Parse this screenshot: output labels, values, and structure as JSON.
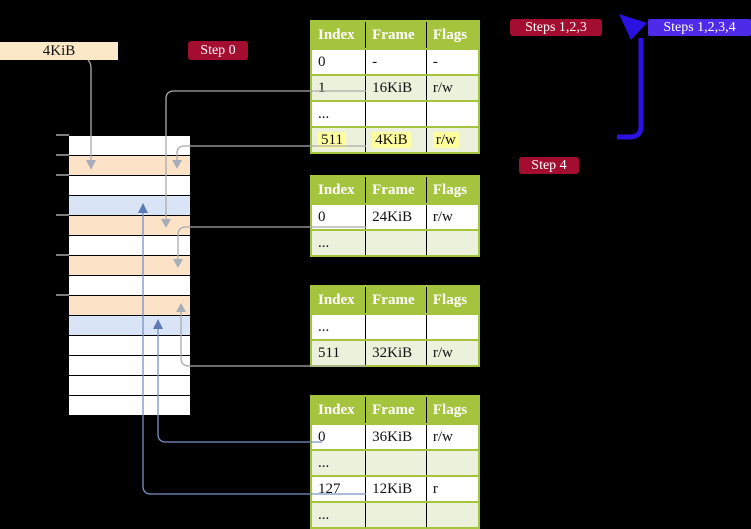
{
  "labels": {
    "frame_pointer": "4KiB",
    "step0": "Step 0",
    "steps123": "Steps 1,2,3",
    "steps1234": "Steps 1,2,3,4",
    "step4": "Step 4"
  },
  "tables": [
    {
      "id": "page-table-1",
      "headers": [
        "Index",
        "Frame",
        "Flags"
      ],
      "rows": [
        {
          "cells": [
            "0",
            "-",
            "-"
          ],
          "shade": false,
          "highlight": false
        },
        {
          "cells": [
            "1",
            "16KiB",
            "r/w"
          ],
          "shade": true,
          "highlight": false
        },
        {
          "cells": [
            "...",
            "",
            ""
          ],
          "shade": false,
          "highlight": false
        },
        {
          "cells": [
            "511",
            "4KiB",
            "r/w"
          ],
          "shade": true,
          "highlight": true
        }
      ]
    },
    {
      "id": "page-table-2",
      "headers": [
        "Index",
        "Frame",
        "Flags"
      ],
      "rows": [
        {
          "cells": [
            "0",
            "24KiB",
            "r/w"
          ],
          "shade": false,
          "highlight": false
        },
        {
          "cells": [
            "...",
            "",
            ""
          ],
          "shade": true,
          "highlight": false
        }
      ]
    },
    {
      "id": "page-table-3",
      "headers": [
        "Index",
        "Frame",
        "Flags"
      ],
      "rows": [
        {
          "cells": [
            "...",
            "",
            ""
          ],
          "shade": false,
          "highlight": false
        },
        {
          "cells": [
            "511",
            "32KiB",
            "r/w"
          ],
          "shade": true,
          "highlight": false
        }
      ]
    },
    {
      "id": "page-table-4",
      "headers": [
        "Index",
        "Frame",
        "Flags"
      ],
      "rows": [
        {
          "cells": [
            "0",
            "36KiB",
            "r/w"
          ],
          "shade": false,
          "highlight": false
        },
        {
          "cells": [
            "...",
            "",
            ""
          ],
          "shade": true,
          "highlight": false
        },
        {
          "cells": [
            "127",
            "12KiB",
            "r"
          ],
          "shade": false,
          "highlight": false
        },
        {
          "cells": [
            "...",
            "",
            ""
          ],
          "shade": true,
          "highlight": false
        }
      ]
    }
  ],
  "memory_strip": {
    "rows": [
      "free",
      "table",
      "free",
      "data",
      "table",
      "free",
      "table",
      "free",
      "table",
      "data",
      "free",
      "free",
      "free",
      "free"
    ]
  },
  "colors": {
    "background": "#000000",
    "table_header_green": "#A5C43E",
    "table_row_shade": "#ECF1DB",
    "strip_table_frame": "#FCE3C7",
    "strip_data_frame": "#D9E4F6",
    "strip_free_frame": "#FFFFFF",
    "highlight_yellow": "#FFFF9E",
    "badge_red": "#A30D2F",
    "badge_violet": "#4E2BE8",
    "frame_label_wheat": "#FAE8C6",
    "arrow_gray": "#ABABAB",
    "arrow_steel_blue": "#7A90C5",
    "arrow_indigo": "#2B12E0"
  }
}
